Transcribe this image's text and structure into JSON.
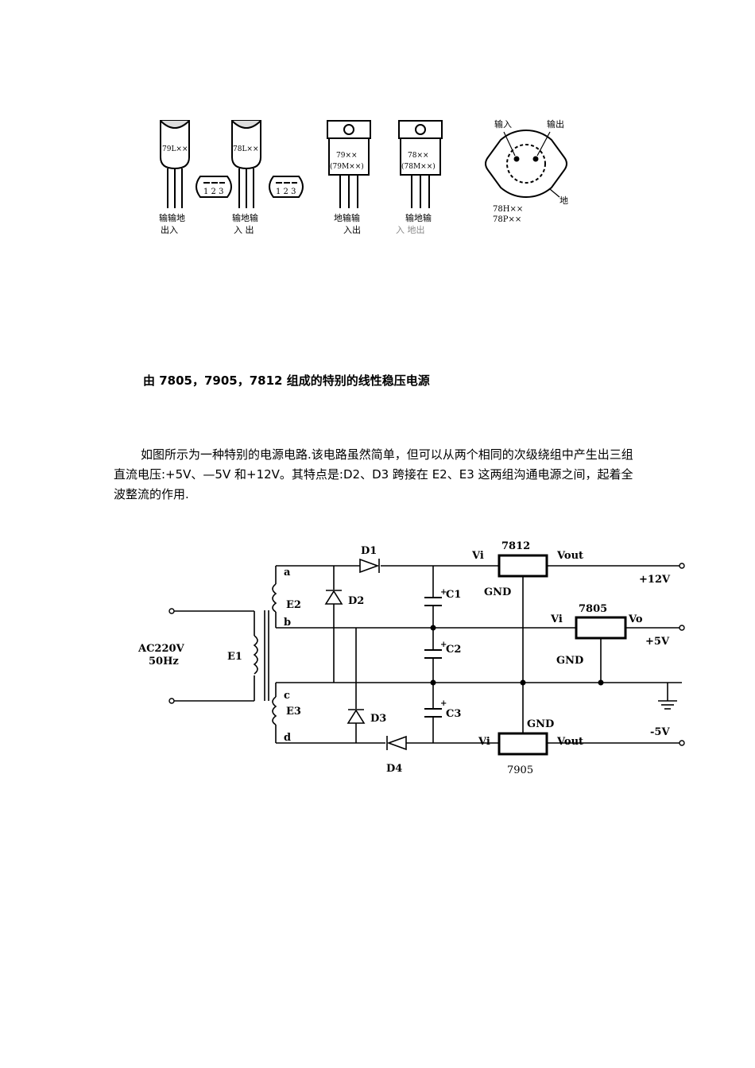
{
  "packages": {
    "to92_a": {
      "marking": "79L××",
      "pins": "1 2 3",
      "label_line1": "输输地",
      "label_line2": "出入"
    },
    "to92_b": {
      "marking": "78L××",
      "pins": "1 2 3",
      "label_line1": "输地输",
      "label_line2": "入 出"
    },
    "to220_a": {
      "marking_line1": "79××",
      "marking_line2": "(79M××)",
      "label_line1": "地输输",
      "label_line2": "入出"
    },
    "to220_b": {
      "marking_line1": "78××",
      "marking_line2": "(78M××)",
      "label_line1": "输地输",
      "label_line2": "入 地出"
    },
    "to3": {
      "input_label": "输入",
      "output_label": "输出",
      "ground_label": "地",
      "marking_line1": "78H××",
      "marking_line2": "78P××"
    }
  },
  "heading": "由 7805，7905，7812 组成的特别的线性稳压电源",
  "paragraph": "如图所示为一种特别的电源电路.该电路虽然简单，但可以从两个相同的次级绕组中产生出三组直流电压:+5V、—5V 和+12V。其特点是:D2、D3 跨接在 E2、E3 这两组沟通电源之间，起着全波整流的作用.",
  "circuit": {
    "source_line1": "AC220V",
    "source_line2": "50Hz",
    "primary": "E1",
    "secondary_top": "E2",
    "secondary_bottom": "E3",
    "tap_a": "a",
    "tap_b": "b",
    "tap_c": "c",
    "tap_d": "d",
    "diodes": [
      "D1",
      "D2",
      "D3",
      "D4"
    ],
    "capacitors": [
      "C1",
      "C2",
      "C3"
    ],
    "reg_top": {
      "name": "7812",
      "in": "Vi",
      "out": "Vout",
      "gnd": "GND"
    },
    "reg_mid": {
      "name": "7805",
      "in": "Vi",
      "out": "Vo",
      "gnd": "GND"
    },
    "reg_bot": {
      "name": "7905",
      "in": "Vi",
      "out": "Vout",
      "gnd": "GND"
    },
    "out_top": "+12V",
    "out_mid": "+5V",
    "out_bot": "-5V",
    "plus_mark": "+"
  }
}
